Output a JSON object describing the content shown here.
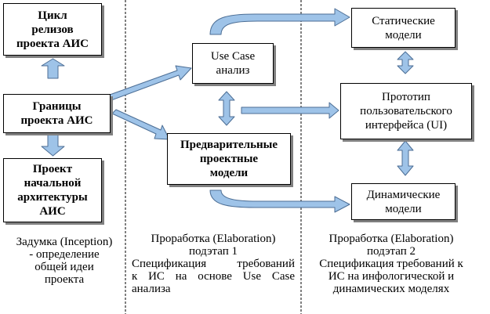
{
  "colors": {
    "arrow_fill": "#9ec3e8",
    "arrow_stroke": "#4c6e95",
    "box_border": "#000000",
    "shadow": "#808080"
  },
  "boxes": {
    "release_cycle": [
      "Цикл",
      "релизов",
      "проекта АИС"
    ],
    "system_bounds": [
      "Границы",
      "проекта АИС"
    ],
    "initial_architecture": [
      "Проект",
      "начальной",
      "архитектуры",
      "АИС"
    ],
    "use_case": [
      "Use Case",
      "анализ"
    ],
    "preliminary_models": [
      "Предварительные",
      "проектные",
      "модели"
    ],
    "static_models": [
      "Статические",
      "модели"
    ],
    "ui_prototype": [
      "Прототип",
      "пользовательского",
      "интерфейса (UI)"
    ],
    "dynamic_models": [
      "Динамические",
      "модели"
    ]
  },
  "captions": {
    "inception": [
      "Задумка (Inception)",
      "- определение",
      "общей идеи",
      "проекта"
    ],
    "elaboration_1": [
      "Проработка (Elaboration)",
      "подэтап 1",
      "Спецификация требований",
      "к ИС на основе Use Case",
      "анализа"
    ],
    "elaboration_2": [
      "Проработка (Elaboration)",
      "подэтап 2",
      "Спецификация требований к",
      "ИС на инфологической и",
      "динамических моделях"
    ]
  }
}
